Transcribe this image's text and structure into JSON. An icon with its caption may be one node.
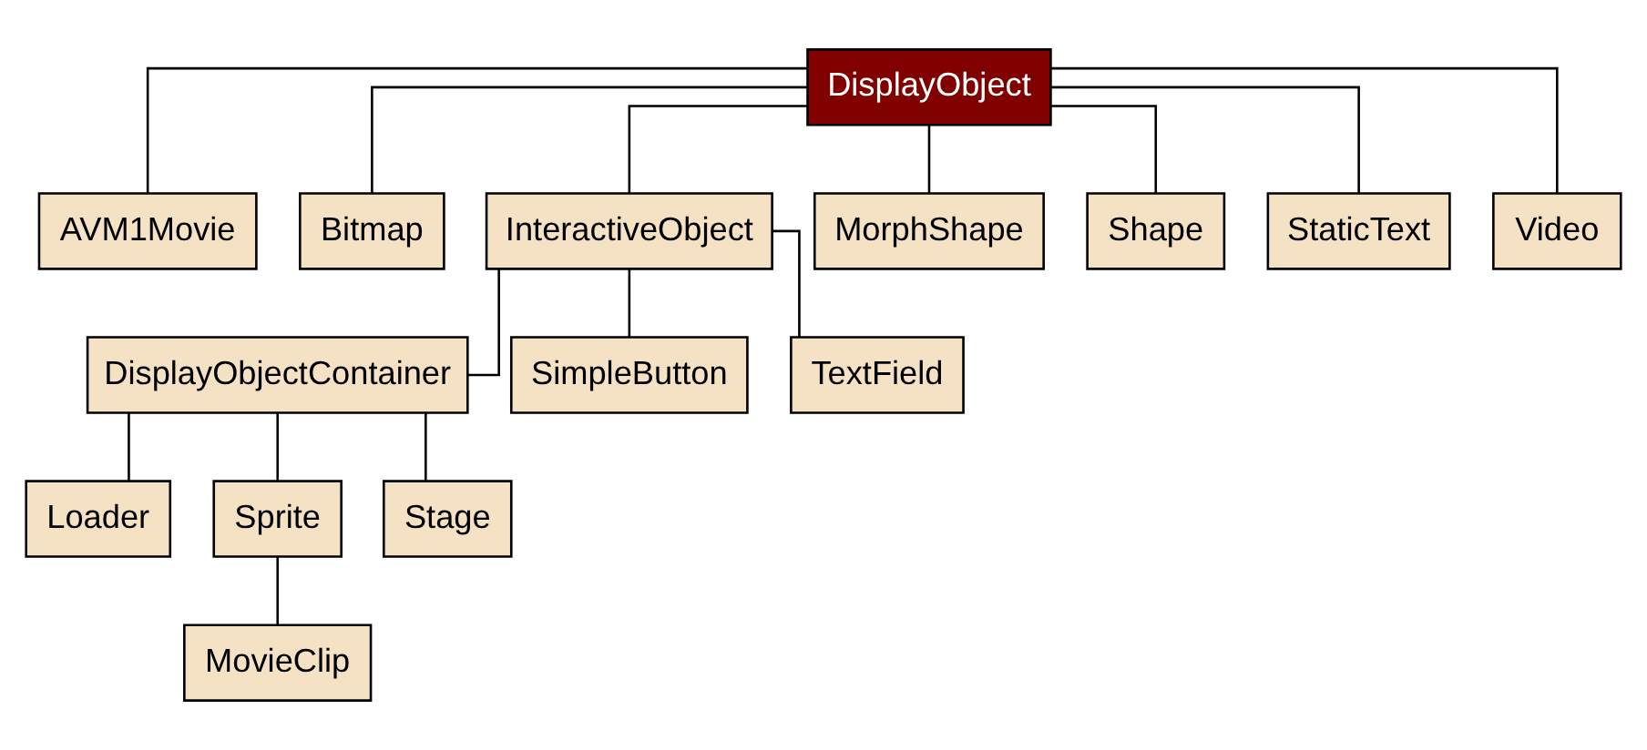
{
  "diagram": {
    "nodes": [
      {
        "text": [
          "DisplayObject"
        ]
      },
      {
        "text": [
          "AVM1Movie"
        ]
      },
      {
        "text": [
          "Bitmap"
        ]
      },
      {
        "text": [
          "InteractiveObject"
        ]
      },
      {
        "text": [
          "MorphShape"
        ]
      },
      {
        "text": [
          "Shape"
        ]
      },
      {
        "text": [
          "StaticText"
        ]
      },
      {
        "text": [
          "Video"
        ]
      },
      {
        "text": [
          "DisplayObjectContainer"
        ]
      },
      {
        "text": [
          "SimpleButton"
        ]
      },
      {
        "text": [
          "TextField"
        ]
      },
      {
        "text": [
          "Loader"
        ]
      },
      {
        "text": [
          "Sprite"
        ]
      },
      {
        "text": [
          "Stage"
        ]
      },
      {
        "text": [
          "MovieClip"
        ]
      }
    ],
    "edges": [
      {
        "from": 0,
        "to": 1,
        "arrow": "none"
      },
      {
        "from": 0,
        "to": 2,
        "arrow": "none"
      },
      {
        "from": 0,
        "to": 3,
        "arrow": "none"
      },
      {
        "from": 0,
        "to": 4,
        "arrow": "none"
      },
      {
        "from": 0,
        "to": 5,
        "arrow": "none"
      },
      {
        "from": 0,
        "to": 6,
        "arrow": "none"
      },
      {
        "from": 0,
        "to": 7,
        "arrow": "none"
      },
      {
        "from": 3,
        "to": 8,
        "arrow": "none"
      },
      {
        "from": 3,
        "to": 9,
        "arrow": "none"
      },
      {
        "from": 3,
        "to": 10,
        "arrow": "none"
      },
      {
        "from": 8,
        "to": 11,
        "arrow": "none"
      },
      {
        "from": 8,
        "to": 12,
        "arrow": "none"
      },
      {
        "from": 8,
        "to": 13,
        "arrow": "none"
      },
      {
        "from": 12,
        "to": 14,
        "arrow": "none"
      }
    ]
  }
}
